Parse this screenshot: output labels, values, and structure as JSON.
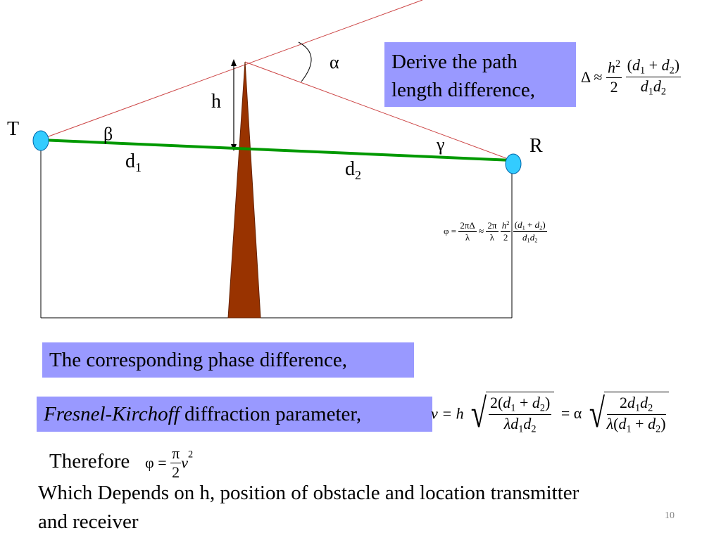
{
  "labels": {
    "T": "T",
    "R": "R",
    "h": "h",
    "alpha": "α",
    "beta": "β",
    "gamma": "γ",
    "d1": "d",
    "d1_sub": "1",
    "d2": "d",
    "d2_sub": "2"
  },
  "boxes": {
    "derive_line1": "Derive the path",
    "derive_line2": "length difference,",
    "phase": "The corresponding phase difference,",
    "fresnel_italic": "Fresnel-Kirchoff",
    "fresnel_rest": " diffraction parameter,"
  },
  "equations": {
    "delta_lhs": "Δ ≈",
    "phi_lhs": "φ =",
    "approx": "≈",
    "v_lhs": "v = h",
    "eq_alpha": "= α",
    "phi_therefore": "φ =",
    "pi": "π",
    "two": "2",
    "two_pi_delta": "2πΔ",
    "two_pi": "2π",
    "lambda": "λ"
  },
  "footer": {
    "therefore": "Therefore",
    "line1": "Which Depends on h, position of obstacle and location transmitter",
    "line2": "and receiver",
    "page_number": "10"
  },
  "colors": {
    "box_fill": "#9999ff",
    "los_line": "#009900",
    "obstacle": "#993300",
    "antenna": "#33ccff",
    "ray": "#cc3333"
  }
}
